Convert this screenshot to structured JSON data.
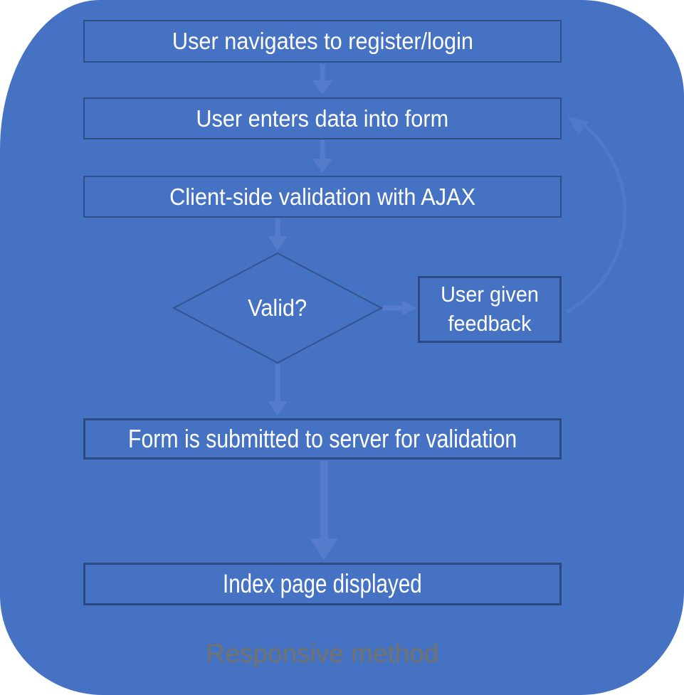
{
  "diagram": {
    "type": "flowchart",
    "caption": "Responsive method",
    "nodes": {
      "navigate": {
        "label": "User navigates to register/login",
        "shape": "rectangle"
      },
      "enterData": {
        "label": "User enters data into form",
        "shape": "rectangle"
      },
      "clientValidation": {
        "label": "Client-side validation with AJAX",
        "shape": "rectangle"
      },
      "valid": {
        "label": "Valid?",
        "shape": "diamond"
      },
      "feedback": {
        "label": "User given feedback",
        "shape": "rectangle"
      },
      "submit": {
        "label": "Form is submitted to server for validation",
        "shape": "rectangle"
      },
      "index": {
        "label": "Index page displayed",
        "shape": "rectangle"
      }
    },
    "connectors": [
      {
        "from": "navigate",
        "to": "enterData",
        "style": "arrow-down"
      },
      {
        "from": "enterData",
        "to": "clientValidation",
        "style": "arrow-down"
      },
      {
        "from": "clientValidation",
        "to": "valid",
        "style": "arrow-down"
      },
      {
        "from": "valid",
        "to": "feedback",
        "style": "arrow-right"
      },
      {
        "from": "valid",
        "to": "submit",
        "style": "arrow-down"
      },
      {
        "from": "submit",
        "to": "index",
        "style": "arrow-down-large"
      },
      {
        "from": "feedback",
        "to": "enterData",
        "style": "curved-loop-right"
      }
    ],
    "colors": {
      "background": "#4672c4",
      "boxBorder": "#2e4f88",
      "boxBorderHeavy": "#2b4a82",
      "arrow": "#547ccb",
      "loopArrow": "#4e7aca",
      "text": "#ffffff",
      "caption": "#73736a"
    }
  }
}
